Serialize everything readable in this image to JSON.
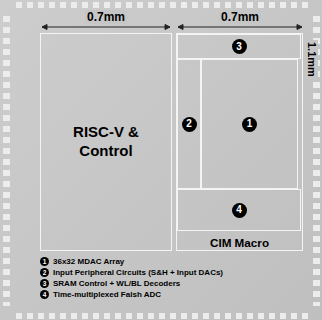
{
  "diagram": {
    "nodes": [
      {
        "text": [
          "RISC-V & Control"
        ]
      },
      {
        "text": [
          "CIM Macro"
        ]
      },
      {
        "text": [
          "3"
        ],
        "in": 1
      },
      {
        "text": [
          "2"
        ],
        "in": 1
      },
      {
        "text": [
          "1"
        ],
        "in": 1
      },
      {
        "text": [
          "4"
        ],
        "in": 1
      }
    ],
    "labels": [
      "0.7mm",
      "0.7mm",
      "1.1mm",
      "1",
      "2",
      "3",
      "4"
    ],
    "legend": [
      {
        "text": "36x32 MDAC Array"
      },
      {
        "text": "Input Peripheral Circuits (S&H + Input DACs)"
      },
      {
        "text": "SRAM Control + WL/BL Decoders"
      },
      {
        "text": "Time-multiplexed Falsh ADC"
      }
    ]
  }
}
